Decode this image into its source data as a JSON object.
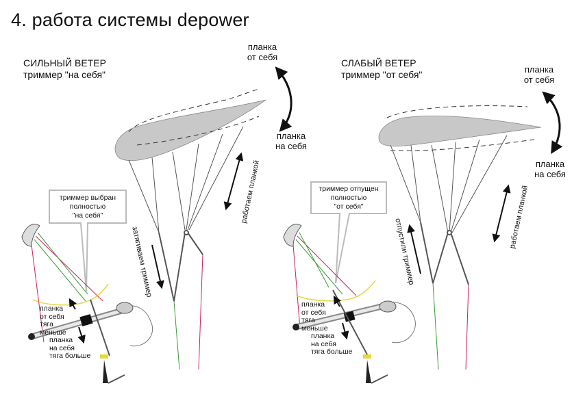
{
  "title": "4. работа системы depower",
  "left": {
    "heading_line1": "СИЛЬНЫЙ ВЕТЕР",
    "heading_line2": "триммер \"на себя\"",
    "bar_away_line1": "планка",
    "bar_away_line2": "от себя",
    "bar_toward_line1": "планка",
    "bar_toward_line2": "на себя",
    "callout_line1": "триммер выбран",
    "callout_line2": "полностью",
    "callout_line3": "\"на себя\"",
    "vertical_trim": "затягиваем триммер",
    "vertical_bar": "работаем планкой",
    "hand_away_line1": "планка",
    "hand_away_line2": "от себя",
    "hand_away_line3": "тяга",
    "hand_away_line4": "меньше",
    "hand_toward_line1": "планка",
    "hand_toward_line2": "на себя",
    "hand_toward_line3": "тяга больше"
  },
  "right": {
    "heading_line1": "СЛАБЫЙ ВЕТЕР",
    "heading_line2": "триммер \"от себя\"",
    "bar_away_line1": "планка",
    "bar_away_line2": "от себя",
    "bar_toward_line1": "планка",
    "bar_toward_line2": "на себя",
    "callout_line1": "триммер отпущен",
    "callout_line2": "полностью",
    "callout_line3": "\"от себя\"",
    "vertical_trim": "отпустили триммер",
    "vertical_bar": "работаем планкой",
    "hand_away_line1": "планка",
    "hand_away_line2": "от себя",
    "hand_away_line3": "тяга",
    "hand_away_line4": "меньше",
    "hand_toward_line1": "планка",
    "hand_toward_line2": "на себя",
    "hand_toward_line3": "тяга больше"
  },
  "colors": {
    "wing": "#c8c8c8",
    "line": "#555555",
    "front_line": "#3a9a3a",
    "back_line": "#cc2255",
    "trim_line": "#e6d640"
  }
}
